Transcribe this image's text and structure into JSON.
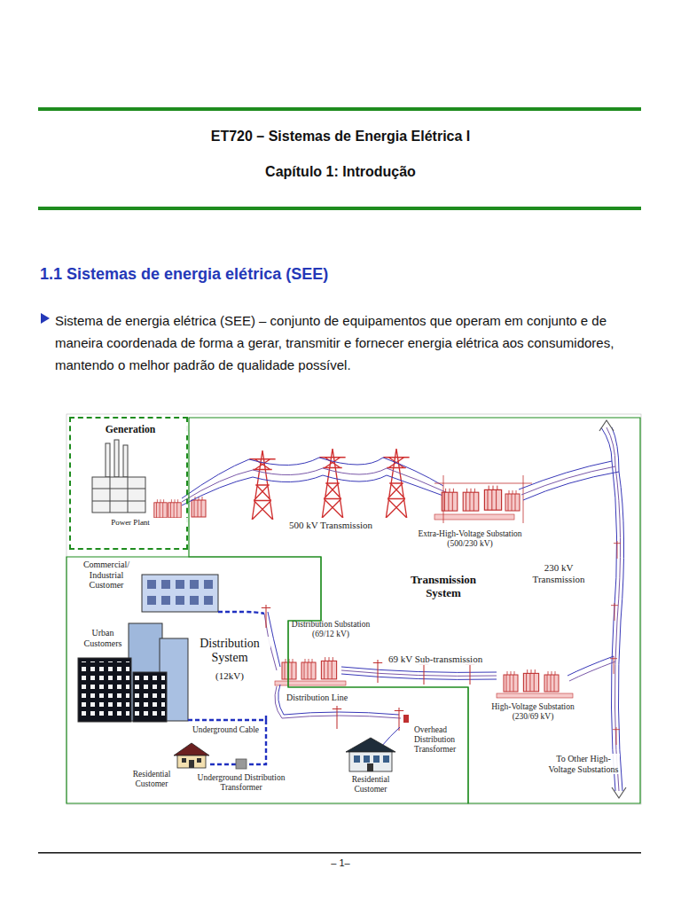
{
  "diagram": {
    "title": "ET720 – Sistemas de Energia Elétrica I",
    "nodes": [
      {
        "text": [
          "Generation",
          "Power Plant"
        ]
      },
      {
        "text": [
          "Transmission System"
        ]
      },
      {
        "text": [
          "Distribution System",
          "(12kV)"
        ]
      }
    ],
    "labels": [
      "Capítulo 1: Introdução",
      "1.1 Sistemas de energia elétrica (SEE)",
      "Sistema de energia elétrica (SEE) – conjunto de equipamentos que operam em conjunto e de maneira coordenada de forma a gerar, transmitir e fornecer energia elétrica aos consumidores, mantendo o melhor padrão de qualidade possível.",
      "500 kV Transmission",
      "Extra-High-Voltage Substation (500/230 kV)",
      "230 kV Transmission",
      "Distribution Substation (69/12 kV)",
      "69 kV Sub-transmission",
      "High-Voltage Substation (230/69 kV)",
      "To Other High-Voltage Substations",
      "Commercial/ Industrial Customer",
      "Urban Customers",
      "Distribution Line",
      "Overhead Distribution Transformer",
      "Underground Cable",
      "Residential Customer",
      "Underground Distribution Transformer",
      "Residential Customer",
      "– 1–"
    ]
  }
}
